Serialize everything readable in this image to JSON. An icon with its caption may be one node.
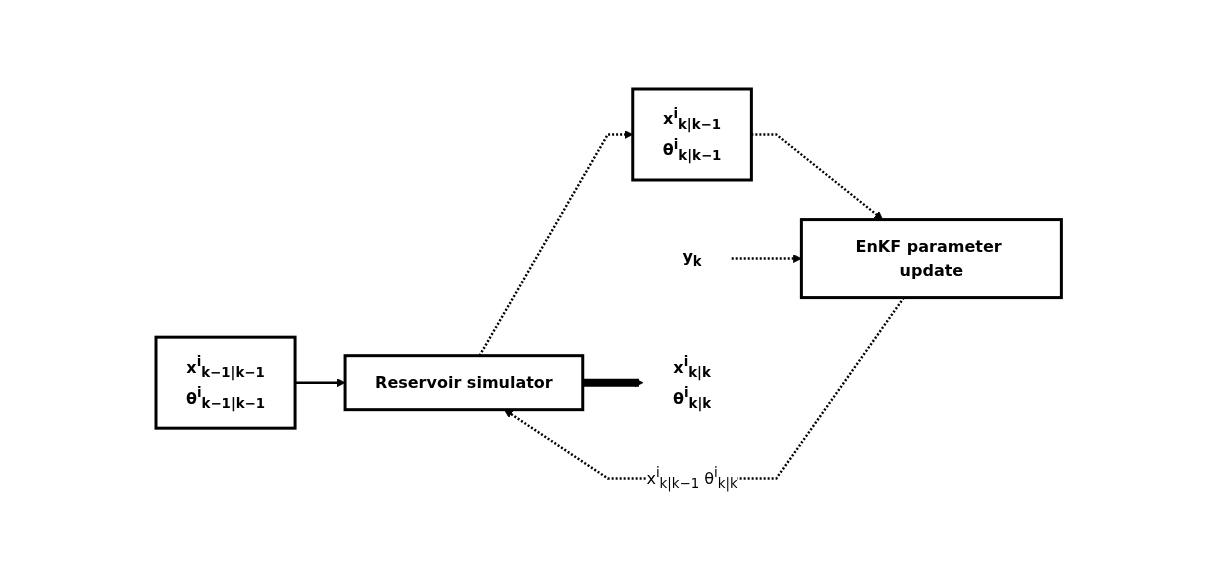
{
  "diagram": {
    "nodes": [
      {
        "text": [
          "x$^{i}$$_{k−1|k−1}$",
          "θ$^{i}$$_{k−1|k−1}$"
        ]
      },
      {
        "text": [
          "Reservoir simulator"
        ]
      },
      {
        "text": [
          "x$^{i}$$_{k|k−1}$",
          "θ$^{i}$$_{k|k−1}$"
        ]
      },
      {
        "text": [
          "EnKF parameter update"
        ]
      },
      {
        "text": [
          "y$_{k}$"
        ]
      },
      {
        "text": [
          "x$^{i}$$_{k|k}$",
          "θ$^{i}$$_{k|k}$"
        ]
      }
    ],
    "edges": [
      {
        "from": 0,
        "to": 1,
        "arrow": "to"
      },
      {
        "from": 1,
        "to": 2,
        "arrow": "to",
        "style": "dashed"
      },
      {
        "from": 2,
        "to": 3,
        "arrow": "to",
        "style": "dashed"
      },
      {
        "from": 3,
        "to": 1,
        "arrow": "to",
        "style": "dashed",
        "label": "x$^{i}$$_{k|k−1}$ θ$^{i}$$_{k|k}$"
      },
      {
        "from": 4,
        "to": 3,
        "arrow": "to",
        "style": "dashed"
      },
      {
        "from": 1,
        "to": 5,
        "arrow": "to",
        "style": "thick"
      }
    ]
  }
}
